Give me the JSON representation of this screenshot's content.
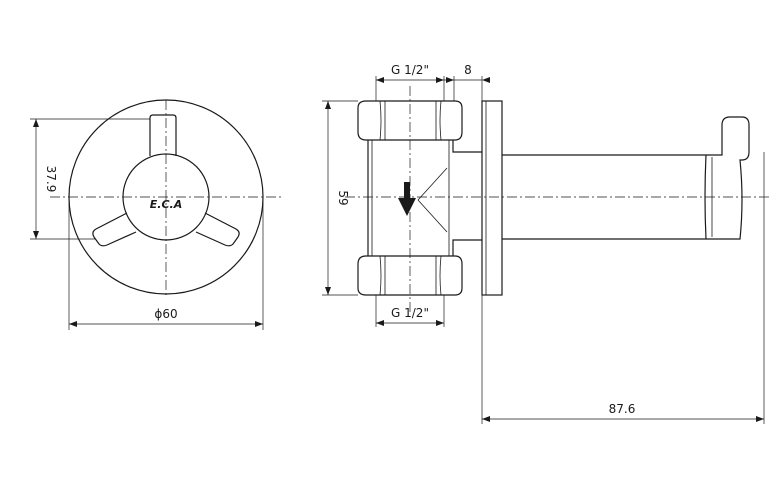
{
  "front_view": {
    "logo_text": "E.C.A",
    "dim_height_label": "37.9",
    "dim_diameter_label": "ϕ60"
  },
  "side_view": {
    "dim_thread_top_label": "G 1/2\"",
    "dim_flange_label": "8",
    "dim_body_height_label": "59",
    "dim_thread_bottom_label": "G 1/2\"",
    "dim_length_label": "87.6"
  },
  "colors": {
    "line": "#1a1a1a",
    "background": "#ffffff"
  }
}
